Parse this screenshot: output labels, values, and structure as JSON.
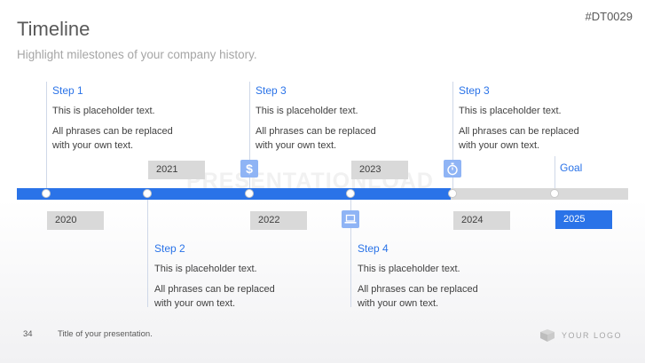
{
  "header": {
    "title": "Timeline",
    "subtitle": "Highlight milestones of your company history.",
    "code": "#DT0029"
  },
  "steps_top": [
    {
      "title": "Step 1",
      "line1": "This is placeholder text.",
      "line2": "All phrases can be replaced",
      "line3": "with your own text."
    },
    {
      "title": "Step 3",
      "line1": "This is placeholder text.",
      "line2": "All phrases can be replaced",
      "line3": "with your own text."
    },
    {
      "title": "Step 3",
      "line1": "This is placeholder text.",
      "line2": "All phrases can be replaced",
      "line3": "with your own text."
    }
  ],
  "steps_bottom": [
    {
      "title": "Step 2",
      "line1": "This is placeholder text.",
      "line2": "All phrases can be replaced",
      "line3": "with your own text."
    },
    {
      "title": "Step 4",
      "line1": "This is placeholder text.",
      "line2": "All phrases can be replaced",
      "line3": "with your own text."
    }
  ],
  "years": {
    "y2020": "2020",
    "y2021": "2021",
    "y2022": "2022",
    "y2023": "2023",
    "y2024": "2024",
    "y2025": "2025"
  },
  "goal_label": "Goal",
  "progress_fraction": 0.71,
  "icons": {
    "finance": "dollar-icon",
    "tech": "laptop-icon",
    "time": "stopwatch-icon"
  },
  "colors": {
    "accent": "#2a73e8",
    "icon_bg": "#8fb4f5",
    "track": "#d9d9d9"
  },
  "watermark": "PRESENTATIONLOAD",
  "footer": {
    "page_number": "34",
    "presentation_title": "Title of your presentation.",
    "logo_text": "YOUR LOGO"
  }
}
